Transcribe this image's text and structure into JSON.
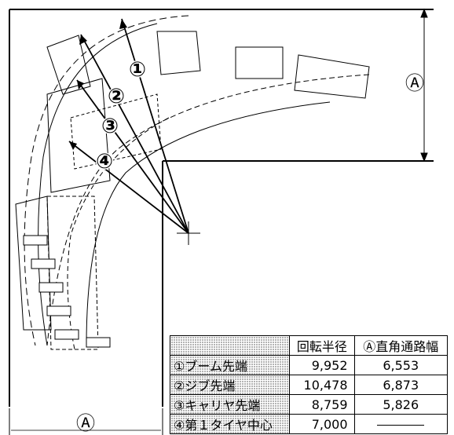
{
  "markers": {
    "m1": "①",
    "m2": "②",
    "m3": "③",
    "m4": "④",
    "width_symbol": "Ⓐ"
  },
  "table": {
    "headers": {
      "corner": "",
      "turning_radius": "回転半径",
      "aisle_width": "Ⓐ直角通路幅"
    },
    "rows": [
      {
        "name": "①ブーム先端",
        "turning_radius": "9,952",
        "aisle_width": "6,553"
      },
      {
        "name": "②ジブ先端",
        "turning_radius": "10,478",
        "aisle_width": "6,873"
      },
      {
        "name": "③キャリヤ先端",
        "turning_radius": "8,759",
        "aisle_width": "5,826"
      },
      {
        "name": "④第１タイヤ中心",
        "turning_radius": "7,000",
        "aisle_width": ""
      }
    ]
  }
}
